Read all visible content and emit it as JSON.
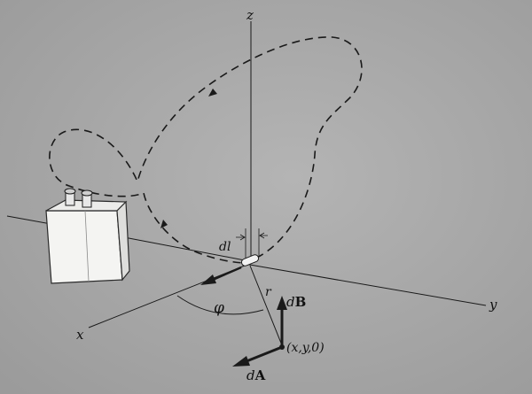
{
  "labels": {
    "z_axis": "z",
    "x_axis": "x",
    "y_axis": "y",
    "dl": "dl",
    "r": "r",
    "phi": "φ",
    "dB_d": "d",
    "dB_B": "B",
    "dA_d": "d",
    "dA_A": "A",
    "point": "(x,y,0)"
  },
  "colors": {
    "background": "#a9a9a9",
    "line": "#1a1a1a",
    "battery_face": "#f4f4f2",
    "battery_edge": "#2a2a2a"
  }
}
